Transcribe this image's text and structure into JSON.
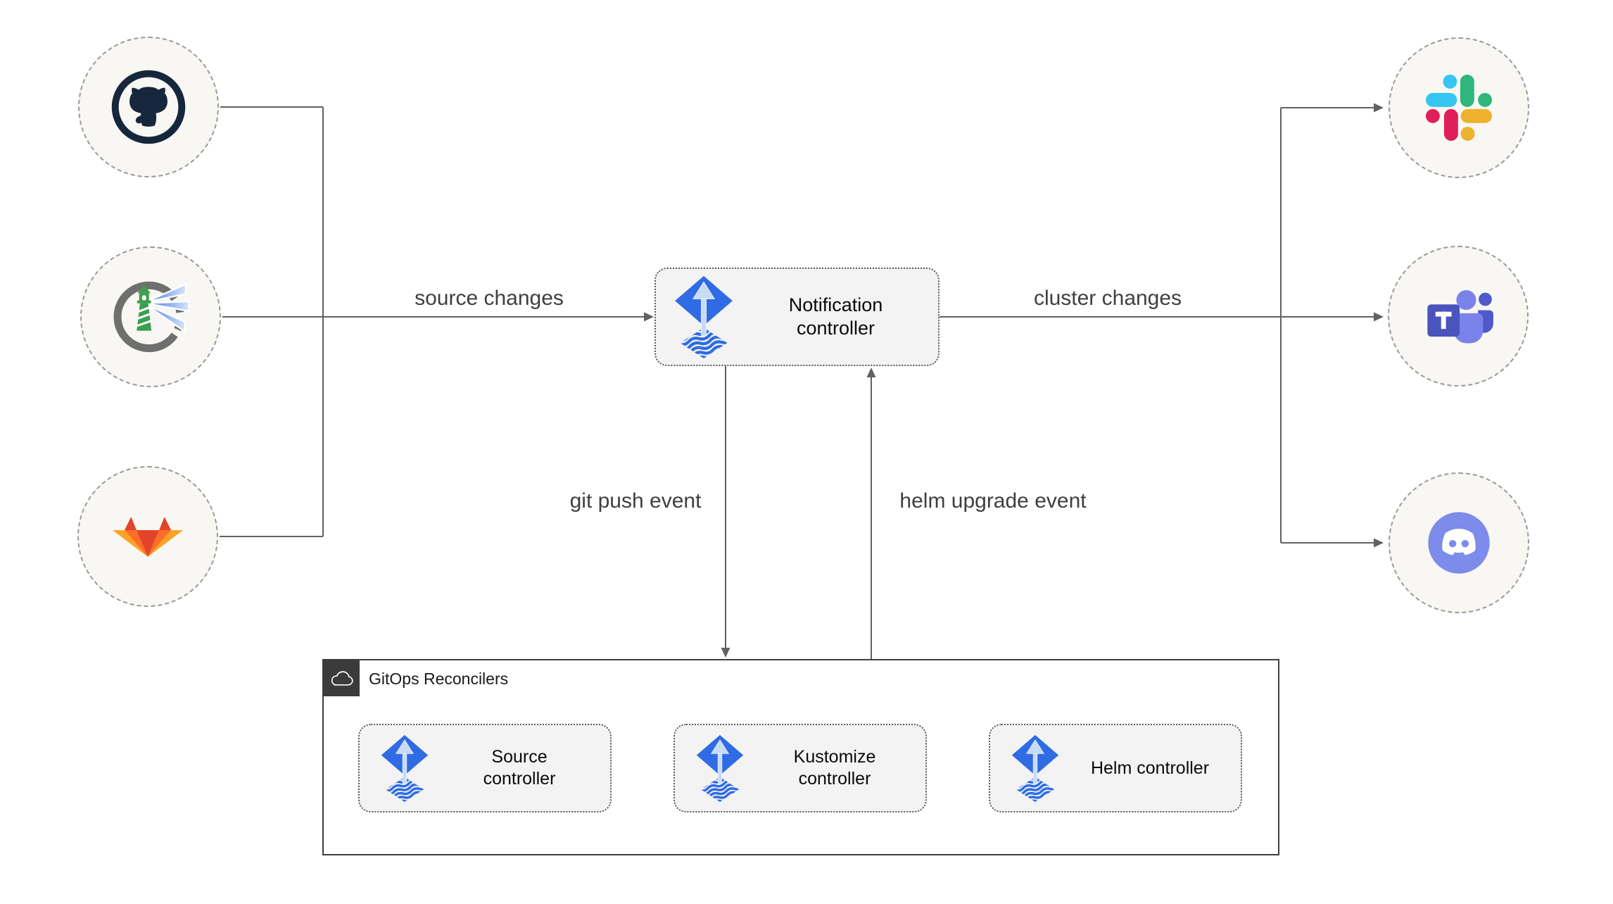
{
  "diagram": {
    "kind": "flux-notification-architecture",
    "background": "#ffffff"
  },
  "sources": [
    {
      "id": "github",
      "icon": "github-icon"
    },
    {
      "id": "harbor",
      "icon": "harbor-icon"
    },
    {
      "id": "gitlab",
      "icon": "gitlab-icon"
    }
  ],
  "alert_targets": [
    {
      "id": "slack",
      "icon": "slack-icon"
    },
    {
      "id": "teams",
      "icon": "microsoft-teams-icon"
    },
    {
      "id": "discord",
      "icon": "discord-icon"
    }
  ],
  "nodes": {
    "notification": {
      "label": "Notification controller",
      "icon": "flux-icon"
    },
    "source": {
      "label": "Source controller",
      "icon": "flux-icon"
    },
    "kustomize": {
      "label": "Kustomize controller",
      "icon": "flux-icon"
    },
    "helm": {
      "label": "Helm controller",
      "icon": "flux-icon"
    }
  },
  "container": {
    "label": "GitOps Reconcilers",
    "icon": "cloud-icon"
  },
  "edges": {
    "source_changes": {
      "label": "source changes"
    },
    "cluster_changes": {
      "label": "cluster changes"
    },
    "git_push": {
      "label": "git push event"
    },
    "helm_upgrade": {
      "label": "helm upgrade event"
    }
  },
  "colors": {
    "flux_blue": "#2f6ce4",
    "flux_arrow_light": "#c9daf5",
    "line_gray": "#616161",
    "node_fill": "#f3f3f3",
    "circle_fill": "#f8f7f3",
    "container_border": "#3f3f3f",
    "container_header": "#3b3b3b",
    "github_navy": "#16263c",
    "harbor_gray": "#6f6f6f",
    "harbor_green": "#3c9e4f",
    "harbor_beam_blue": "#3b74e8",
    "gitlab_red": "#e24329",
    "gitlab_orange": "#fc6d26",
    "gitlab_yellow": "#fca326",
    "slack_blue": "#36c5f0",
    "slack_green": "#2eb67d",
    "slack_yellow": "#ecb22e",
    "slack_red": "#e01e5a",
    "teams_indigo": "#4b53bc",
    "teams_light": "#7b83eb",
    "teams_mid": "#5059c9",
    "discord_blurple": "#7d8bea"
  }
}
